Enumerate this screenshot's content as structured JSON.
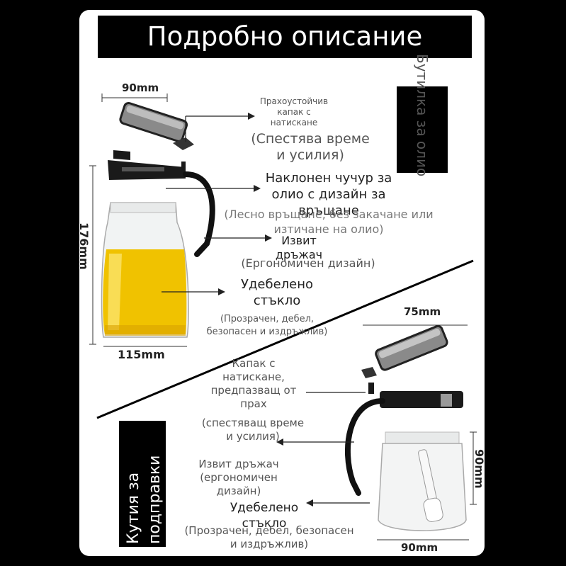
{
  "title": "Подробно описание",
  "bottle": {
    "side_label": "Бутилка за олио",
    "dim_top": "90mm",
    "dim_height": "176mm",
    "dim_bottom": "115mm",
    "callout_cap": "Прахоустойчив капак с натискане",
    "callout_cap_sub": "(Спестява време и усилия)",
    "callout_spout": "Наклонен чучур за олио с дизайн за връщане",
    "callout_spout_sub": "(Лесно връщане, без закачане или изтичане на олио)",
    "callout_handle": "Извит дръжач",
    "callout_handle_sub": "(Ергономичен дизайн)",
    "callout_glass": "Удебелено стъкло",
    "callout_glass_sub": "(Прозрачен, дебел, безопасен и издръжлив)"
  },
  "spice": {
    "side_label": "Кутия за подправки",
    "dim_top": "75mm",
    "dim_height": "90mm",
    "dim_bottom": "90mm",
    "callout_cap": "Капак с натискане, предпазващ от прах",
    "callout_cap_sub": "(спестяващ време и усилия)",
    "callout_handle": "Извит дръжач (ергономичен дизайн)",
    "callout_glass": "Удебелено стъкло",
    "callout_glass_sub": "(Прозрачен, дебел, безопасен и издръжлив)"
  }
}
